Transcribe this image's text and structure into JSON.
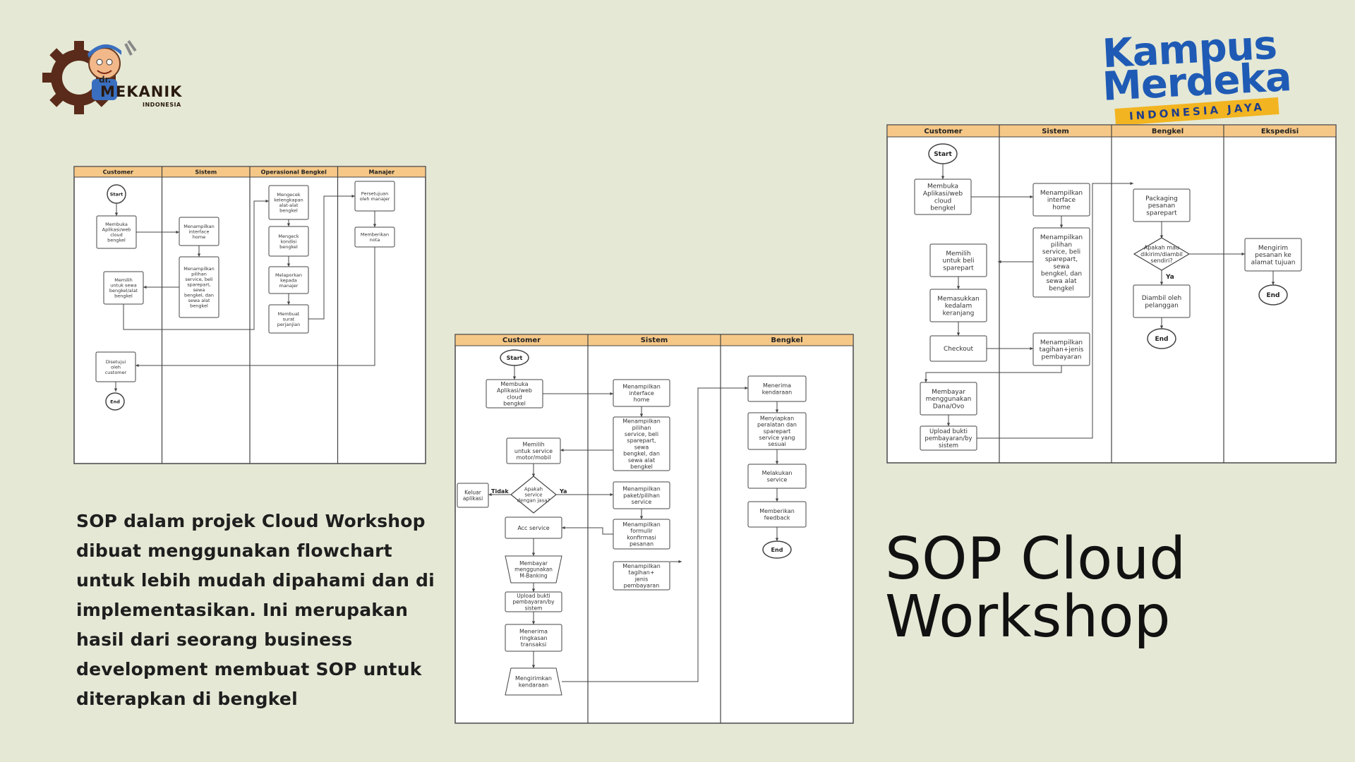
{
  "brand": {
    "logo_prefix": "dr.",
    "logo_name": "MEKANIK",
    "logo_sub": "INDONESIA",
    "km_line1": "Kampus",
    "km_line2": "Merdeka",
    "km_banner": "INDONESIA JAYA"
  },
  "description": "SOP dalam projek Cloud Workshop dibuat menggunakan flowchart untuk lebih mudah dipahami dan di implementasikan. Ini merupakan hasil dari seorang business development membuat SOP untuk diterapkan di bengkel",
  "title": {
    "line1": "SOP Cloud",
    "line2": "Workshop"
  },
  "flow1": {
    "lanes": [
      "Customer",
      "Sistem",
      "Operasional Bengkel",
      "Manajer"
    ],
    "nodes": {
      "start": "Start",
      "c1": [
        "Membuka",
        "Aplikasi/web",
        "cloud",
        "bengkel"
      ],
      "c2": [
        "Memilih",
        "untuk sewa",
        "bengkel/alat",
        "bengkel"
      ],
      "c3": [
        "Disetujui",
        "oleh",
        "customer"
      ],
      "end": "End",
      "s1": [
        "Menampilkan",
        "interface",
        "home"
      ],
      "s2": [
        "Menampilkan",
        "pilihan",
        "service, beli",
        "sparepart,",
        "sewa",
        "bengkel, dan",
        "sewa alat",
        "bengkel"
      ],
      "o1": [
        "Mengecek",
        "kelengkapan",
        "alat-alat",
        "bengkel"
      ],
      "o2": [
        "Mengeck",
        "kondisi",
        "bengkel"
      ],
      "o3": [
        "Melaporkan",
        "kepada",
        "manajer"
      ],
      "o4": [
        "Membuat",
        "surat",
        "perjanjian"
      ],
      "m1": [
        "Persetujuan",
        "oleh manajer"
      ],
      "m2": [
        "Memberikan",
        "nota"
      ]
    }
  },
  "flow2": {
    "lanes": [
      "Customer",
      "Sistem",
      "Bengkel"
    ],
    "nodes": {
      "start": "Start",
      "c1": [
        "Membuka",
        "Aplikasi/web",
        "cloud",
        "bengkel"
      ],
      "c2": [
        "Memilih",
        "untuk service",
        "motor/mobil"
      ],
      "exit": [
        "Keluar",
        "aplikasi"
      ],
      "dec": [
        "Apakah",
        "service",
        "dengan jasa?"
      ],
      "no": "Tidak",
      "yes": "Ya",
      "c3": "Acc service",
      "c4": [
        "Membayar",
        "menggunakan",
        "M-Banking"
      ],
      "c5": [
        "Upload bukti",
        "pembayaran/by",
        "sistem"
      ],
      "c6": [
        "Menerima",
        "ringkasan",
        "transaksi"
      ],
      "c7": [
        "Mengirimkan",
        "kendaraan"
      ],
      "s1": [
        "Menampilkan",
        "interface",
        "home"
      ],
      "s2": [
        "Menampilkan",
        "pilihan",
        "service, beli",
        "sparepart,",
        "sewa",
        "bengkel, dan",
        "sewa alat",
        "bengkel"
      ],
      "s3": [
        "Menampilkan",
        "paket/pilihan",
        "service"
      ],
      "s4": [
        "Menampilkan",
        "formulir",
        "konfirmasi",
        "pesanan"
      ],
      "s5": [
        "Menampilkan",
        "tagihan+",
        "jenis",
        "pembayaran"
      ],
      "b1": [
        "Menerima",
        "kendaraan"
      ],
      "b2": [
        "Menyiapkan",
        "peralatan dan",
        "sparepart",
        "service yang",
        "sesuai"
      ],
      "b3": [
        "Melakukan",
        "service"
      ],
      "b4": [
        "Memberikan",
        "feedback"
      ],
      "end": "End"
    }
  },
  "flow3": {
    "lanes": [
      "Customer",
      "Sistem",
      "Bengkel",
      "Ekspedisi"
    ],
    "nodes": {
      "start": "Start",
      "c1": [
        "Membuka",
        "Aplikasi/web",
        "cloud",
        "bengkel"
      ],
      "c2": [
        "Memilih",
        "untuk beli",
        "sparepart"
      ],
      "c3": [
        "Memasukkan",
        "kedalam",
        "keranjang"
      ],
      "c4": "Checkout",
      "c5": [
        "Membayar",
        "menggunakan",
        "Dana/Ovo"
      ],
      "c6": [
        "Upload bukti",
        "pembayaran/by",
        "sistem"
      ],
      "s1": [
        "Menampilkan",
        "interface",
        "home"
      ],
      "s2": [
        "Menampilkan",
        "pilihan",
        "service, beli",
        "sparepart,",
        "sewa",
        "bengkel, dan",
        "sewa alat",
        "bengkel"
      ],
      "s3": [
        "Menampilkan",
        "tagihan+jenis",
        "pembayaran"
      ],
      "b1": [
        "Packaging",
        "pesanan",
        "sparepart"
      ],
      "dec": [
        "Apakah mau",
        "dikirim/diambil",
        "sendiri?"
      ],
      "yes": "Ya",
      "b2": [
        "Diambil oleh",
        "pelanggan"
      ],
      "end1": "End",
      "e1": [
        "Mengirim",
        "pesanan ke",
        "alamat tujuan"
      ],
      "end2": "End"
    }
  }
}
